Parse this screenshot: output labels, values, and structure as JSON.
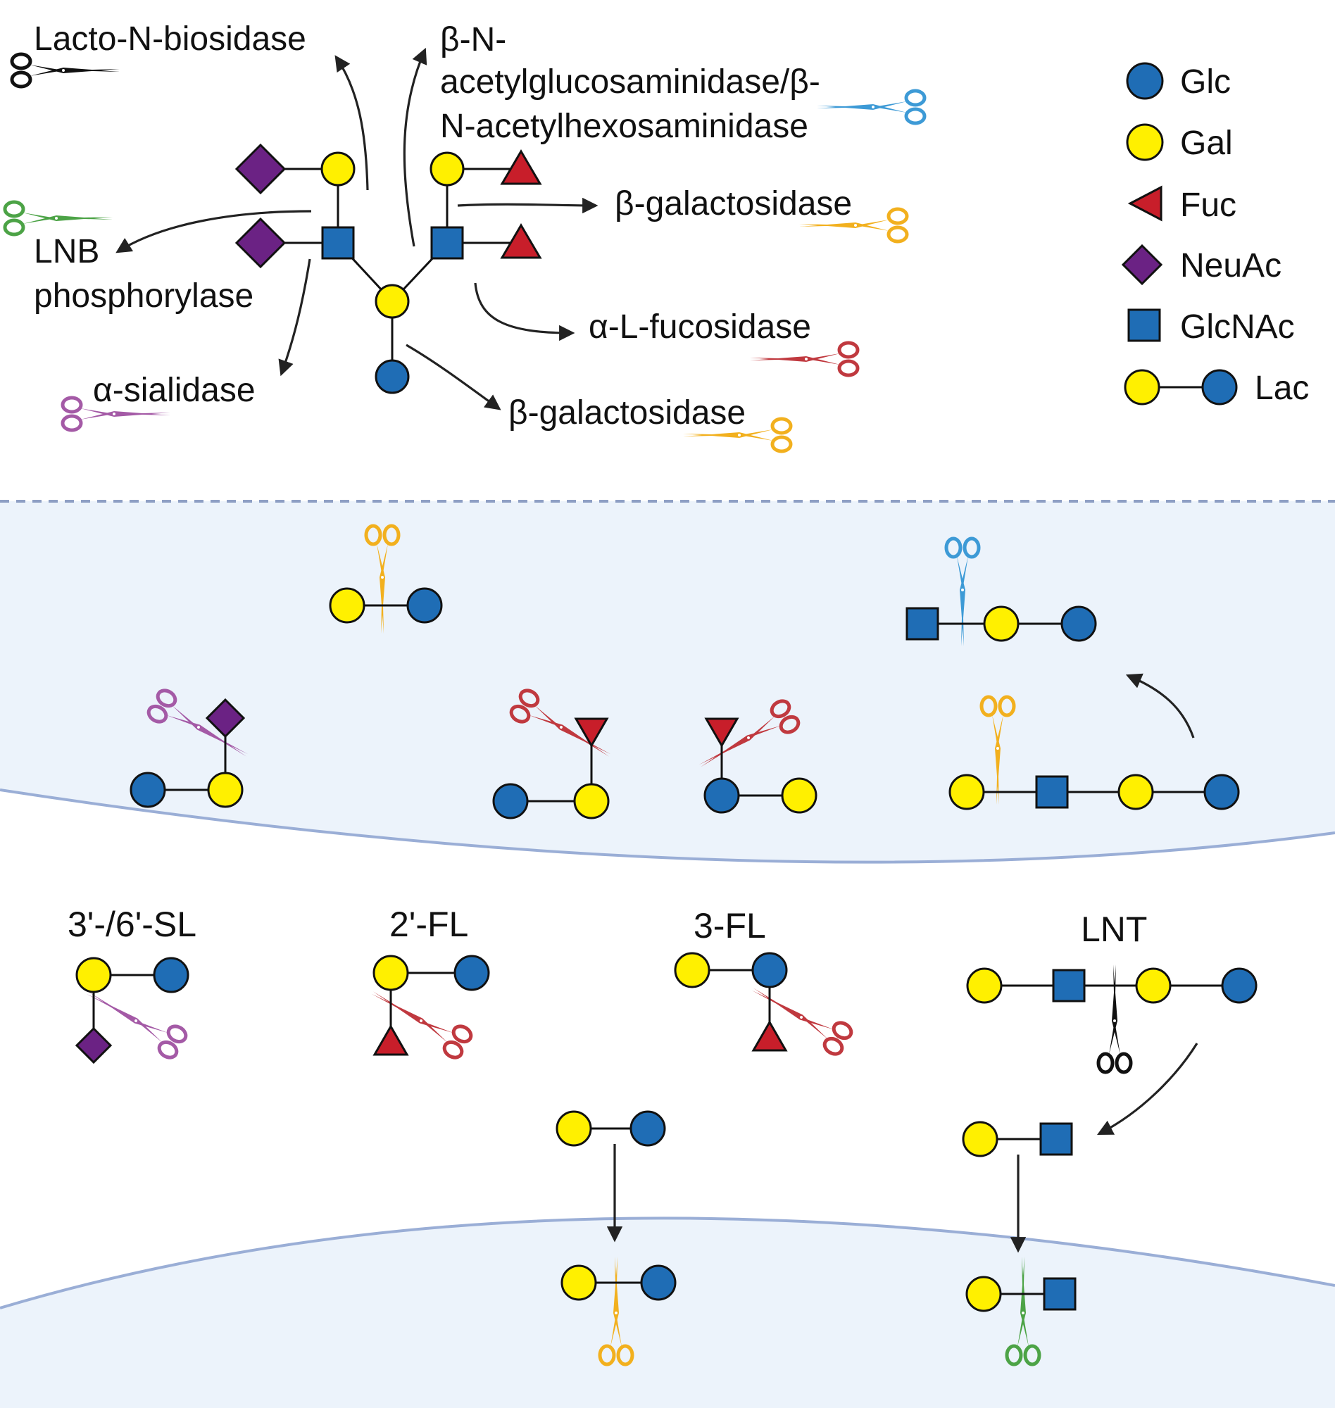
{
  "colors": {
    "glc": "#1f6db5",
    "gal": "#fff000",
    "fuc": "#c81e2a",
    "neuac": "#6b2284",
    "glcnac": "#1f6db5",
    "scissors_black": "#111111",
    "scissors_blue": "#3d9ad6",
    "scissors_orange": "#f2b01e",
    "scissors_red": "#c0393f",
    "scissors_purple": "#a45aa6",
    "scissors_green": "#4ca346",
    "cell_fill": "#ecf3fb",
    "membrane": "#9aaed6"
  },
  "legend": {
    "glc": "Glc",
    "gal": "Gal",
    "fuc": "Fuc",
    "neuac": "NeuAc",
    "glcnac": "GlcNAc",
    "lac": "Lac"
  },
  "enzymes": {
    "lnb_biosidase": "Lacto-N-biosidase",
    "hexosaminidase_line1": "β-N-",
    "hexosaminidase_line2": "acetylglucosaminidase/β-",
    "hexosaminidase_line3": "N-acetylhexosaminidase",
    "galactosidase_1": "β-galactosidase",
    "lnb_phos_line1": "LNB",
    "lnb_phos_line2": "phosphorylase",
    "fucosidase": "α-L-fucosidase",
    "sialidase": "α-sialidase",
    "galactosidase_2": "β-galactosidase"
  },
  "hmo_labels": {
    "sl": "3'-/6'-SL",
    "fl2": "2'-FL",
    "fl3": "3-FL",
    "lnt": "LNT"
  }
}
